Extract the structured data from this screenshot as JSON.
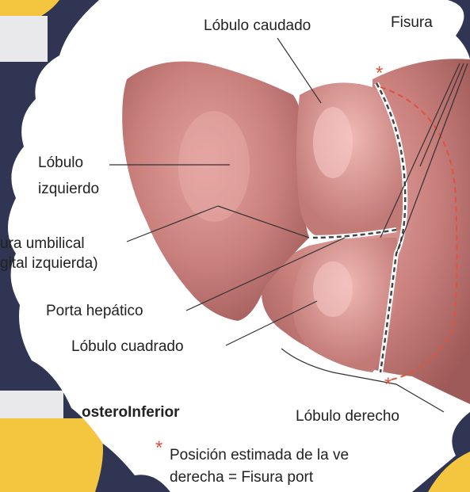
{
  "labels": {
    "caudate": "Lóbulo caudado",
    "fissure_top": "Fisura",
    "left_lobe_1": "Lóbulo",
    "left_lobe_2": "izquierdo",
    "umbilical_1": "ura umbilical",
    "umbilical_2": "gital izquierda)",
    "porta": "Porta hepático",
    "quadrate": "Lóbulo cuadrado",
    "view": "osteroInferior",
    "right_lobe": "Lóbulo derecho",
    "star": "*",
    "footnote_1": "Posición estimada de la ve",
    "footnote_2": "derecha = Fisura port"
  },
  "colors": {
    "frame": "#2f3552",
    "accent_yellow": "#f4c640",
    "liver": "#c97a78",
    "marker": "#e0523f"
  }
}
